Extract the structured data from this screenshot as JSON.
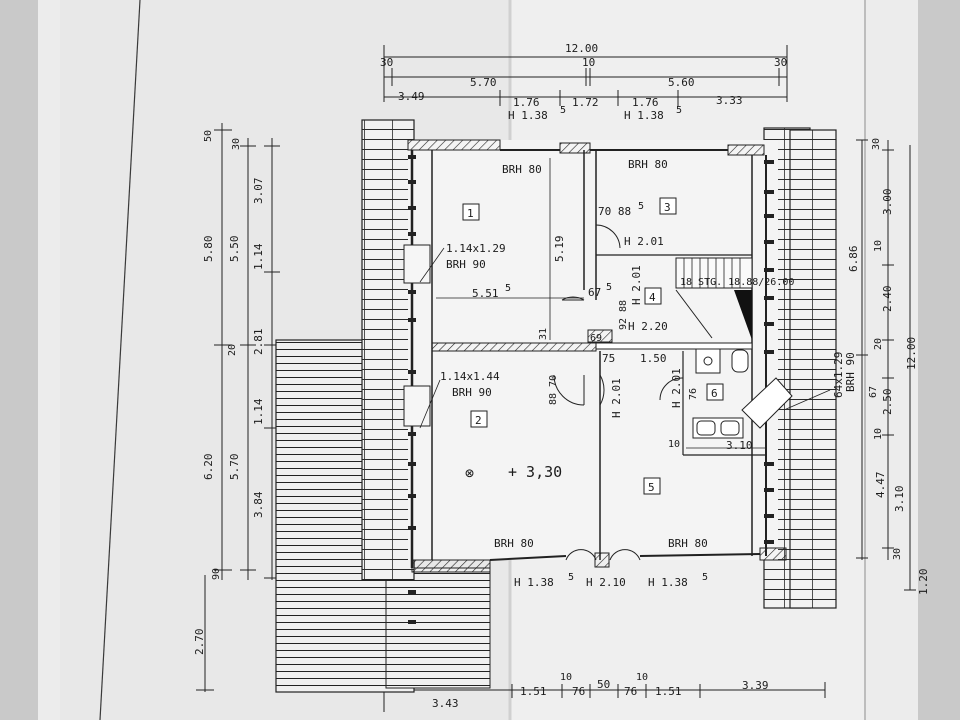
{
  "top_dims": {
    "total": "12.00",
    "row2": [
      "30",
      "10",
      "30"
    ],
    "row3": [
      "5.70",
      "5.60"
    ],
    "row4": [
      "3.49",
      "1.76",
      "1.72",
      "1.76",
      "3.33"
    ],
    "window_heights": [
      "H 1.38",
      "5",
      "H 1.38",
      "5"
    ]
  },
  "bottom_dims": {
    "row_a": [
      "10",
      "10"
    ],
    "row_b": [
      "3.43",
      "1.51",
      "76",
      "50",
      "76",
      "1.51",
      "3.39"
    ]
  },
  "left_dims": [
    "50",
    "30",
    "5.80",
    "5.50",
    "3.07",
    "1.14",
    "2.81",
    "20",
    "1.14",
    "3.84",
    "6.20",
    "5.70",
    "90",
    "2.70"
  ],
  "right_dims": [
    "30",
    "3.00",
    "10",
    "6.86",
    "2.40",
    "20",
    "2.50",
    "12.00",
    "67",
    "10",
    "4.47",
    "3.10",
    "30",
    "1.20"
  ],
  "rooms": [
    {
      "num": "1"
    },
    {
      "num": "2"
    },
    {
      "num": "3"
    },
    {
      "num": "4"
    },
    {
      "num": "5"
    },
    {
      "num": "6"
    }
  ],
  "labels": {
    "brh80_r1": "BRH 80",
    "brh80_r3": "BRH 80",
    "brh80_r2": "BRH 80",
    "brh80_r5": "BRH 80",
    "win_r1_size": "1.14x1.29",
    "win_r1_brh": "BRH 90",
    "win_r2_size": "1.14x1.44",
    "win_r2_brh": "BRH 90",
    "dim_551": "5.51",
    "dim_551_sup": "5",
    "dim_519": "5.19",
    "dim_7088": "70 88",
    "dim_7088_sup": "5",
    "h201_a": "H 2.01",
    "h201_b": "H 2.01",
    "h201_c": "H 2.01",
    "h201_d": "H 2.01",
    "h220": "H 2.20",
    "d675": "67",
    "d675_sup": "5",
    "d88": "88",
    "d92": "92",
    "d69": "69",
    "d31": "31",
    "d8870": "88 70",
    "d75": "75",
    "d150": "1.50",
    "d76": "76",
    "d10": "10",
    "d310": "3.10",
    "stairs": "18 STG. 18.88/26.00",
    "win_r6_size": "64x1.29",
    "win_r6_brh": "BRH 90",
    "level_mark": "+ 3,30",
    "bottom_heights": [
      "H 1.38",
      "5",
      "H 2.10",
      "H 1.38",
      "5"
    ]
  }
}
